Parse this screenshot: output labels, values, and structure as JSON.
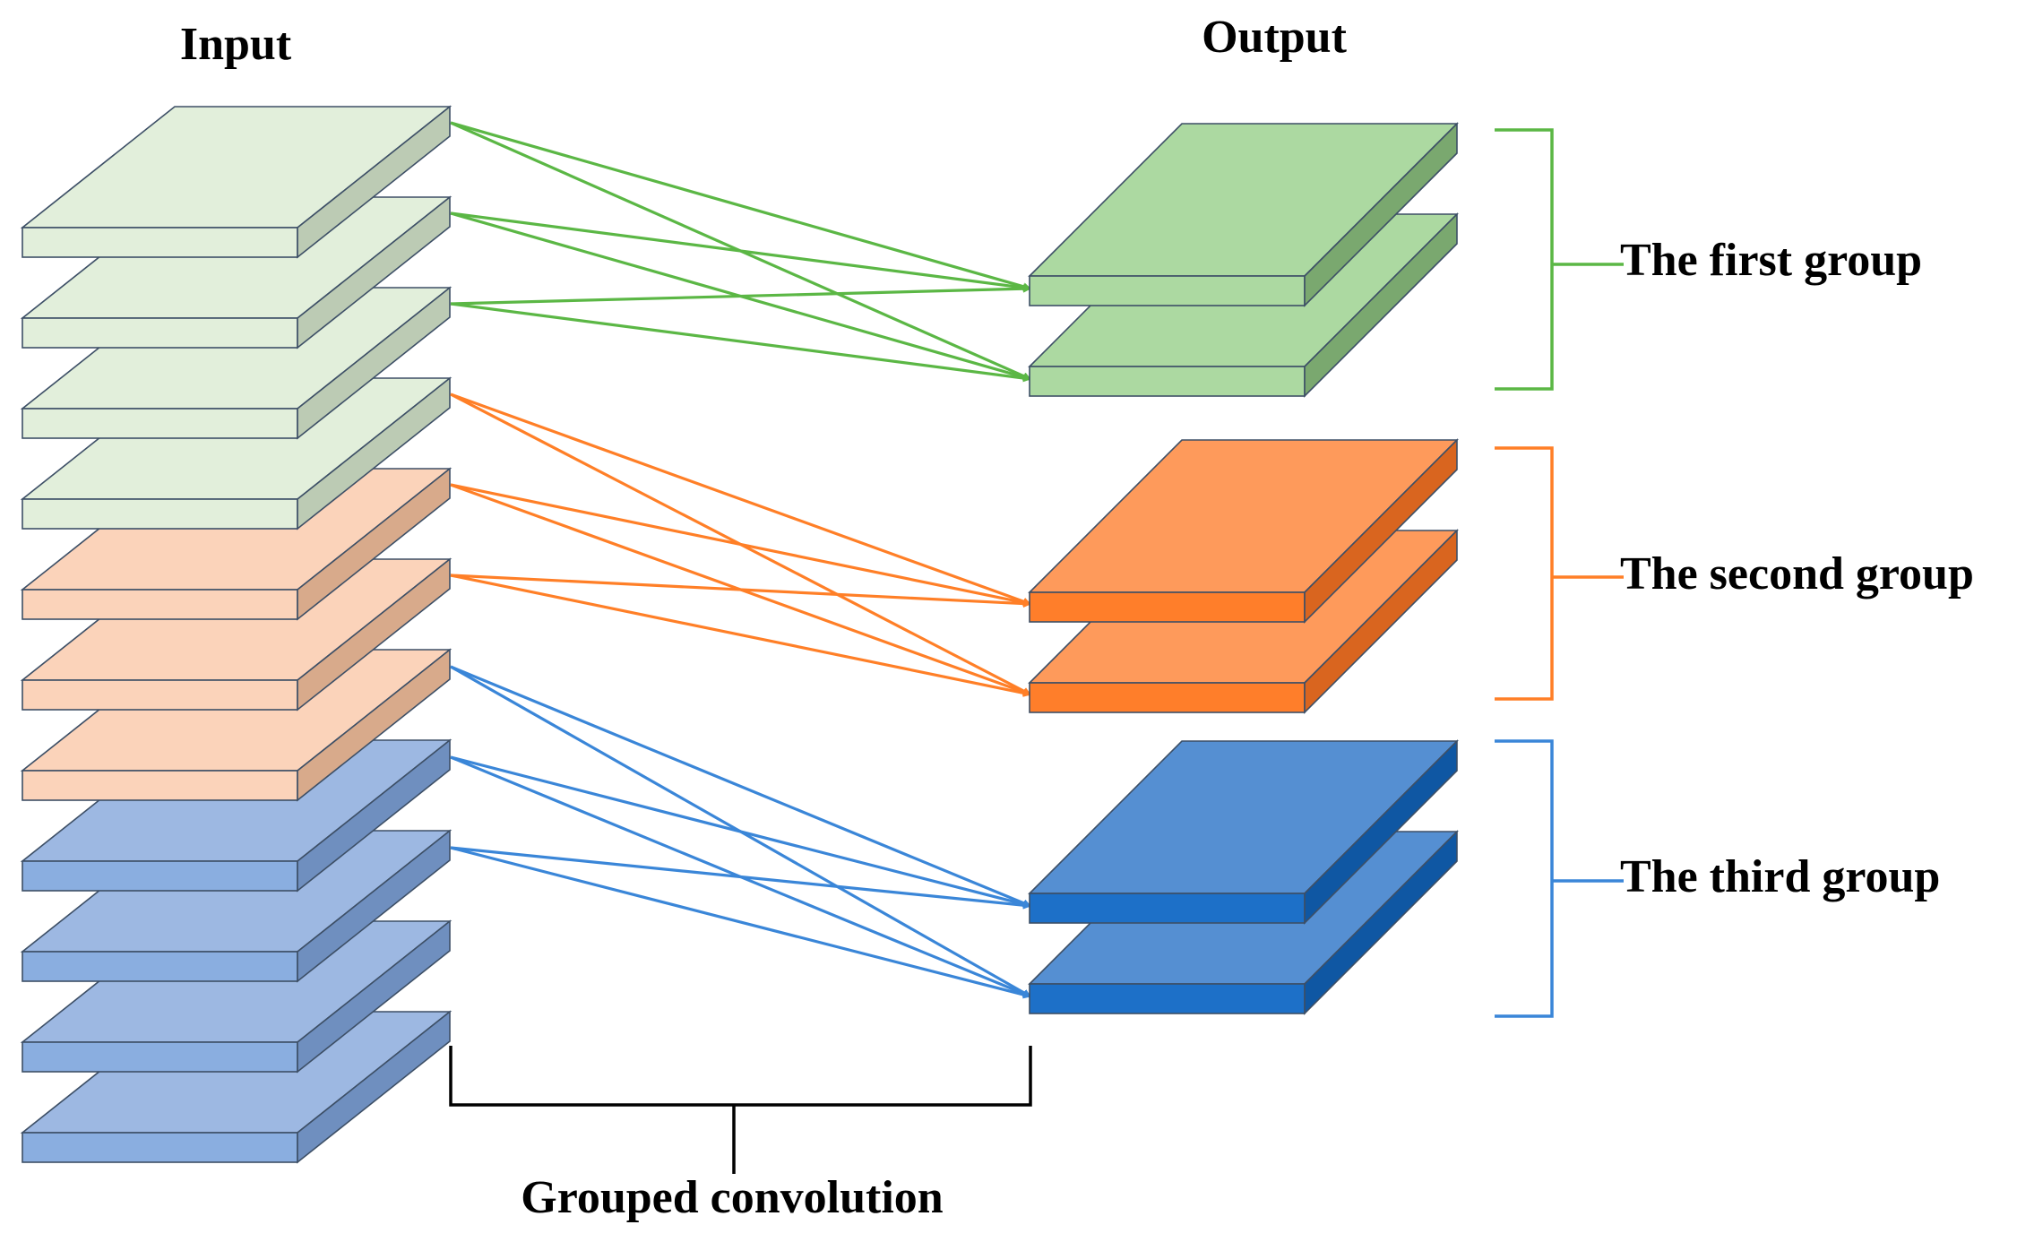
{
  "labels": {
    "input": "Input",
    "output": "Output",
    "group1": "The first group",
    "group2": "The second group",
    "group3": "The third group",
    "grouped_convolution": "Grouped convolution"
  },
  "colors": {
    "group1": {
      "input_top": "#e2efdb",
      "input_front": "#e2efdb",
      "input_side": "#bccbb4",
      "output_top": "#acd9a1",
      "output_front": "#acd9a1",
      "output_side": "#7aa86f",
      "line": "#5bb745"
    },
    "group2": {
      "input_top": "#fbd3ba",
      "input_front": "#fbd3ba",
      "input_side": "#d8aa8b",
      "output_top": "#fe9a5b",
      "output_front": "#ff7e2a",
      "output_side": "#d9651f",
      "line": "#ff7f27"
    },
    "group3": {
      "input_top": "#9db8e2",
      "input_front": "#8aaee0",
      "input_side": "#6f8fbf",
      "output_top": "#558fd2",
      "output_front": "#1d70c8",
      "output_side": "#0f57a3",
      "line": "#3a86d8"
    },
    "outline": "#3d4f66",
    "bracket_bottom": "#000000"
  },
  "structure": {
    "input_layers": [
      "group1",
      "group1",
      "group1",
      "group1",
      "group2",
      "group2",
      "group2",
      "group3",
      "group3",
      "group3",
      "group3"
    ],
    "output_layers": [
      "group1",
      "group1",
      "group2",
      "group2",
      "group3",
      "group3"
    ]
  }
}
